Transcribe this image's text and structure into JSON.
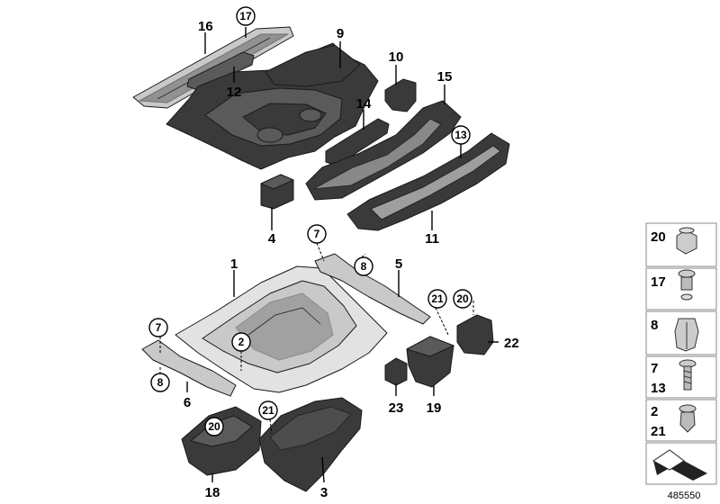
{
  "callouts": {
    "c1": "1",
    "c2a": "2",
    "c3": "3",
    "c4": "4",
    "c5": "5",
    "c6": "6",
    "c7a": "7",
    "c7b": "7",
    "c8a": "8",
    "c8b": "8",
    "c9": "9",
    "c10": "10",
    "c11": "11",
    "c12": "12",
    "c13": "13",
    "c14": "14",
    "c15": "15",
    "c16": "16",
    "c17": "17",
    "c18": "18",
    "c19": "19",
    "c20a": "20",
    "c20b": "20",
    "c21a": "21",
    "c21b": "21",
    "c22": "22",
    "c23": "23"
  },
  "legend": {
    "l20": "20",
    "l17": "17",
    "l8": "8",
    "l7": "7",
    "l13": "13",
    "l2": "2",
    "l21": "21"
  },
  "reference_number": "485550"
}
